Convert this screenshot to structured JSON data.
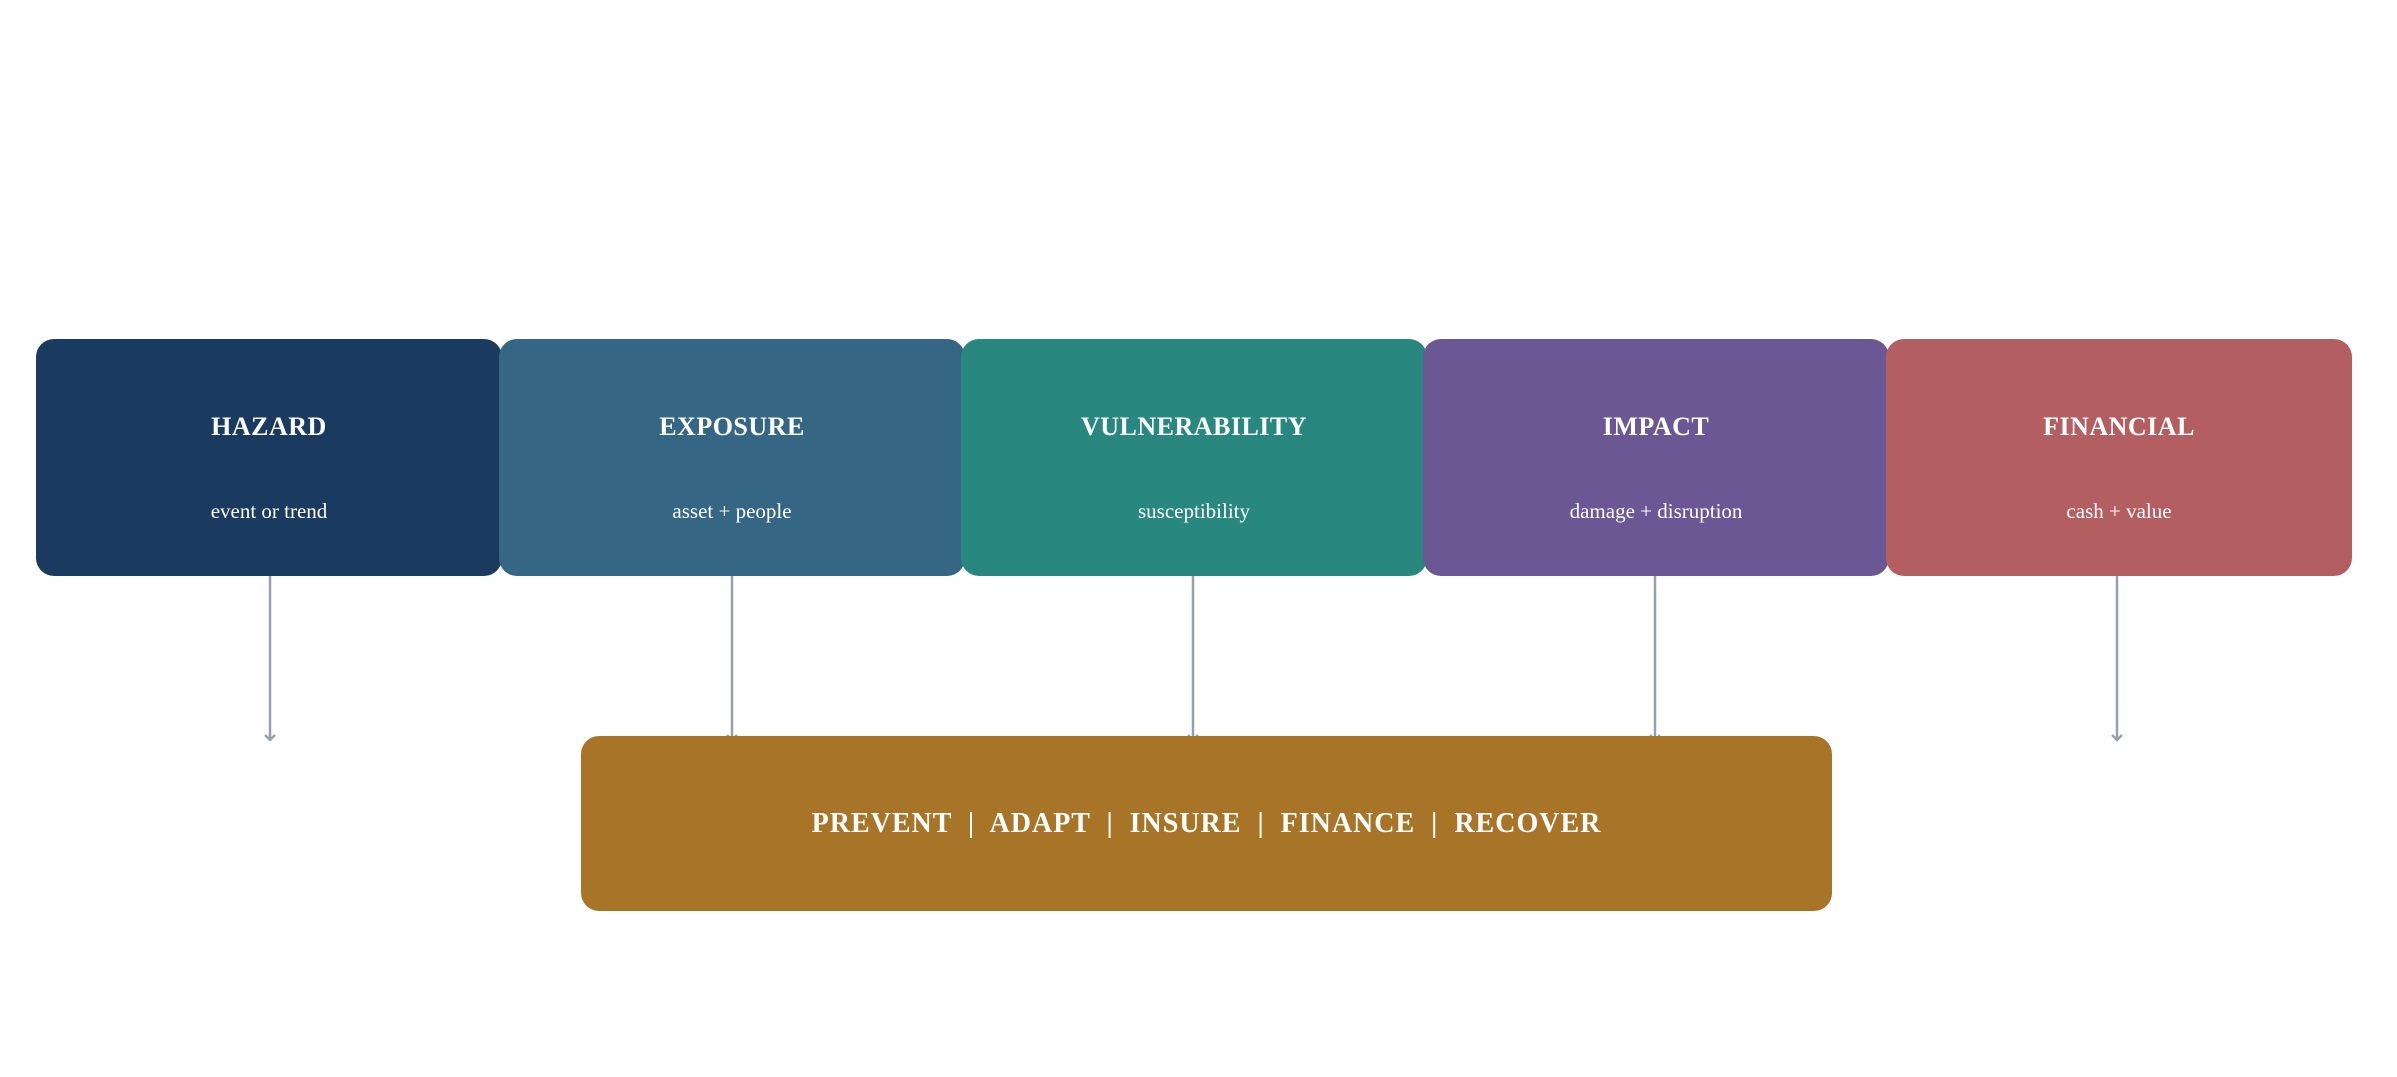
{
  "colors": {
    "hazard": "#1b3a5f",
    "exposure": "#356784",
    "vulnerability": "#288880",
    "impact": "#6b5794",
    "financial": "#b35f61",
    "response": "#a87428",
    "connector": "#97a1ad"
  },
  "nodes": [
    {
      "title": "HAZARD",
      "subtitle": "event or trend"
    },
    {
      "title": "EXPOSURE",
      "subtitle": "asset + people"
    },
    {
      "title": "VULNERABILITY",
      "subtitle": "susceptibility"
    },
    {
      "title": "IMPACT",
      "subtitle": "damage + disruption"
    },
    {
      "title": "FINANCIAL",
      "subtitle": "cash + value"
    }
  ],
  "response_bar": {
    "label": "PREVENT  |  ADAPT  |  INSURE  |  FINANCE  |  RECOVER"
  }
}
